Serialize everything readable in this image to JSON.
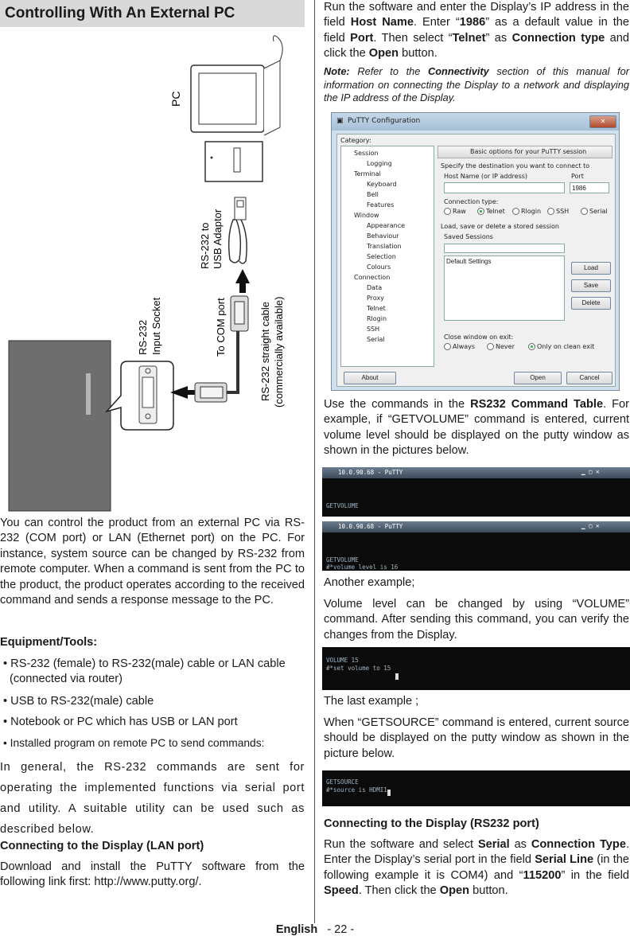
{
  "header": {
    "title": "Controlling With An External PC"
  },
  "diagram": {
    "pc_label": "PC",
    "adaptor_label_1": "RS-232 to",
    "adaptor_label_2": "USB Adaptor",
    "com_label": "To COM port",
    "cable_label_1": "RS-232 straight cable",
    "cable_label_2": "(commercially available)",
    "socket_label_1": "RS-232",
    "socket_label_2": "Input Socket"
  },
  "left": {
    "intro": "You can control the product from an external PC via RS-232 (COM port) or LAN (Ethernet port) on the PC. For instance, system source can be changed by RS-232 from remote computer. When a command is sent from the PC to the product, the product operates according to the received command and sends a response message to the PC.",
    "equipment_heading": "Equipment/Tools:",
    "bullets": [
      "RS-232 (female) to RS-232(male) cable or LAN cable (connected via router)",
      "USB to RS-232(male) cable",
      "Notebook or PC which has USB or LAN port",
      "Installed program on remote PC to send commands:"
    ],
    "general": "In general, the RS-232 commands are sent for operating the implemented functions via serial port and utility. A suitable utility can be used such as described below.",
    "lan_heading": "Connecting to the Display (LAN port)",
    "lan_text": "Download and install the PuTTY software from the following link first: http://www.putty.org/."
  },
  "right": {
    "p1_a": "Run the software and enter the Display’s IP address in the field ",
    "p1_b": "Host Name",
    "p1_c": ". Enter “",
    "p1_d": "1986",
    "p1_e": "” as a default value in the field ",
    "p1_f": "Port",
    "p1_g": ". Then select “",
    "p1_h": "Telnet",
    "p1_i": "” as ",
    "p1_j": "Connection type",
    "p1_k": " and click the ",
    "p1_l": "Open",
    "p1_m": " button.",
    "note_a": "Note:",
    "note_b": " Refer to the ",
    "note_c": "Connectivity",
    "note_d": " section of this manual for information on connecting the Display to a network and displaying the IP address of the Display.",
    "p2_a": "Use the commands in the ",
    "p2_b": "RS232 Command Table",
    "p2_c": ". For example, if “GETVOLUME” command is entered, current volume level should be displayed on the putty window as shown in the pictures below.",
    "another": "Another example;",
    "p3": "Volume level can be changed by using “VOLUME” command. After sending this command, you can verify the changes from the Display.",
    "last": "The last example ;",
    "p4": "When “GETSOURCE” command is entered, current source should be displayed on the putty window as shown in the picture below.",
    "rs_heading": "Connecting to the Display (RS232 port)",
    "p5_a": "Run the software and select ",
    "p5_b": "Serial",
    "p5_c": " as ",
    "p5_d": "Connection Type",
    "p5_e": ". Enter the Display’s serial port in the field ",
    "p5_f": "Serial Line",
    "p5_g": " (in the following example it is COM4) and “",
    "p5_h": "115200",
    "p5_i": "” in the field ",
    "p5_j": "Speed",
    "p5_k": ". Then click the ",
    "p5_l": "Open",
    "p5_m": " button."
  },
  "putty": {
    "title": "PuTTY Configuration",
    "category": "Category:",
    "tree": [
      "Session",
      "Logging",
      "Terminal",
      "Keyboard",
      "Bell",
      "Features",
      "Window",
      "Appearance",
      "Behaviour",
      "Translation",
      "Selection",
      "Colours",
      "Connection",
      "Data",
      "Proxy",
      "Telnet",
      "Rlogin",
      "SSH",
      "Serial"
    ],
    "header": "Basic options for your PuTTY session",
    "specify": "Specify the destination you want to connect to",
    "host_label": "Host Name (or IP address)",
    "port_label": "Port",
    "port_value": "1986",
    "conn_type": "Connection type:",
    "conn_options": [
      "Raw",
      "Telnet",
      "Rlogin",
      "SSH",
      "Serial"
    ],
    "load_save": "Load, save or delete a stored session",
    "saved": "Saved Sessions",
    "default": "Default Settings",
    "load": "Load",
    "save": "Save",
    "delete": "Delete",
    "close_exit": "Close window on exit:",
    "close_options": [
      "Always",
      "Never",
      "Only on clean exit"
    ],
    "about": "About",
    "open": "Open",
    "cancel": "Cancel"
  },
  "terminals": {
    "t1_title": "10.0.90.68 - PuTTY",
    "t1_line1": "GETVOLUME",
    "t2_title": "10.0.90.68 - PuTTY",
    "t2_line1": "GETVOLUME",
    "t2_line2": "#*volume level is 16",
    "t3_line1": "VOLUME 15",
    "t3_line2": "#*set volume to 15",
    "t4_line1": "GETSOURCE",
    "t4_line2": "#*source is HDMI1"
  },
  "footer": {
    "lang": "English",
    "page": "- 22 -"
  }
}
